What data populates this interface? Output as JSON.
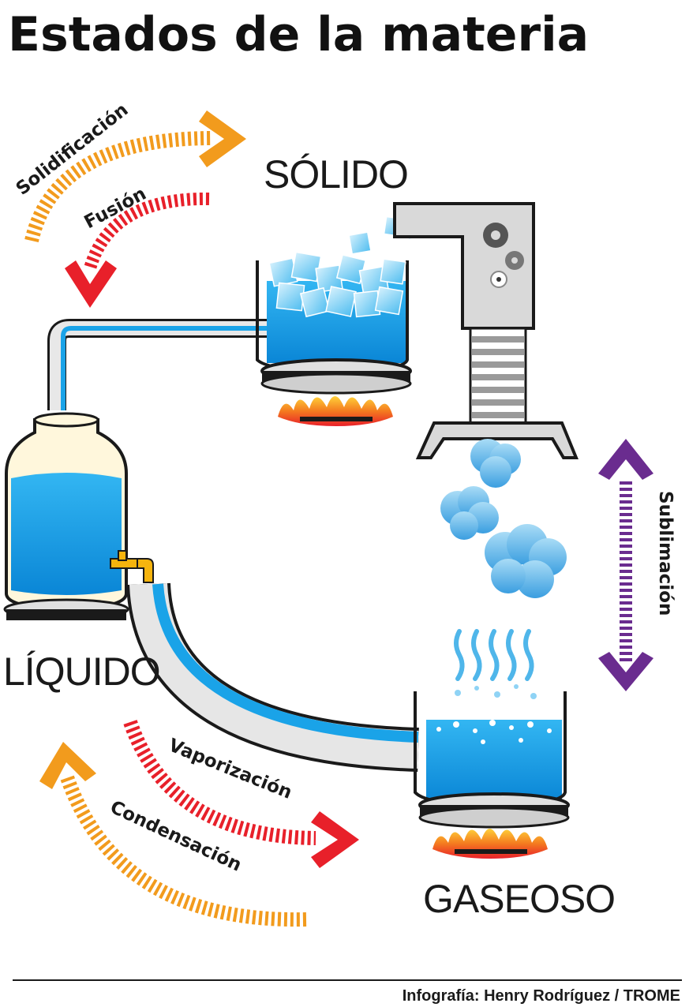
{
  "title": "Estados de la materia",
  "states": {
    "solid": "SÓLIDO",
    "liquid": "LÍQUIDO",
    "gas": "GASEOSO"
  },
  "processes": {
    "solidification": "Solidificación",
    "fusion": "Fusión",
    "vaporization": "Vaporización",
    "condensation": "Condensación",
    "sublimation": "Sublimación"
  },
  "credit": "Infografía: Henry Rodríguez / TROME",
  "colors": {
    "water": "#1aa3e8",
    "water_light": "#7fd3f7",
    "orange_arrow": "#f29b1d",
    "red_arrow": "#e8202a",
    "purple_arrow": "#6a2c8f",
    "flame": "#f47a1f",
    "faucet": "#f6b40e"
  }
}
